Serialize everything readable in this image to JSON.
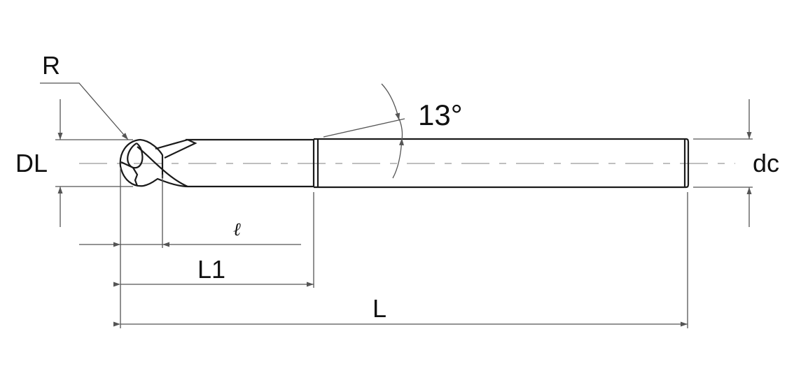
{
  "labels": {
    "radius": "R",
    "neck_diameter": "DL",
    "shank_diameter": "dc",
    "flute_length": "ℓ",
    "neck_length": "L1",
    "overall_length": "L",
    "helix_angle": "13°"
  },
  "colors": {
    "outline": "#1a1a1a",
    "dimension": "#555555",
    "centerline": "#aaaaaa"
  }
}
